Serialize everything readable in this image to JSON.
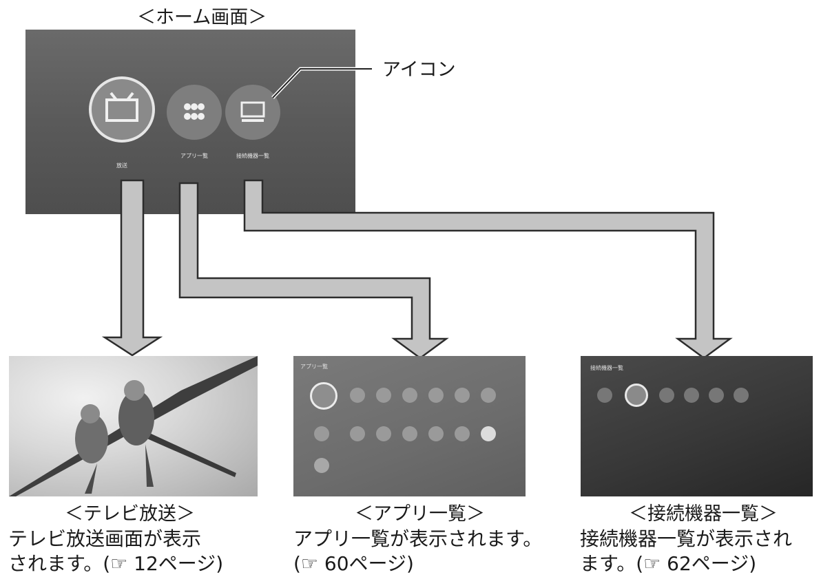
{
  "home": {
    "title": "＜ホーム画面＞",
    "callout": "アイコン",
    "icons": [
      {
        "label": "放送",
        "icon": "tv-icon"
      },
      {
        "label": "アプリ一覧",
        "icon": "grid-icon"
      },
      {
        "label": "接続機器一覧",
        "icon": "devices-icon"
      }
    ]
  },
  "screens": [
    {
      "title": "＜テレビ放送＞",
      "lines": [
        "テレビ放送画面が表示",
        "されます。(☞ 12ページ)"
      ]
    },
    {
      "title": "＜アプリ一覧＞",
      "lines": [
        "アプリ一覧が表示されます。",
        "(☞ 60ページ)"
      ],
      "header": "アプリ一覧"
    },
    {
      "title": "＜接続機器一覧＞",
      "lines": [
        "接続機器一覧が表示され",
        "ます。(☞ 62ページ)"
      ],
      "header": "接続機器一覧"
    }
  ],
  "colors": {
    "arrow_fill": "#c4c4c4",
    "arrow_stroke": "#2c2c2c"
  }
}
